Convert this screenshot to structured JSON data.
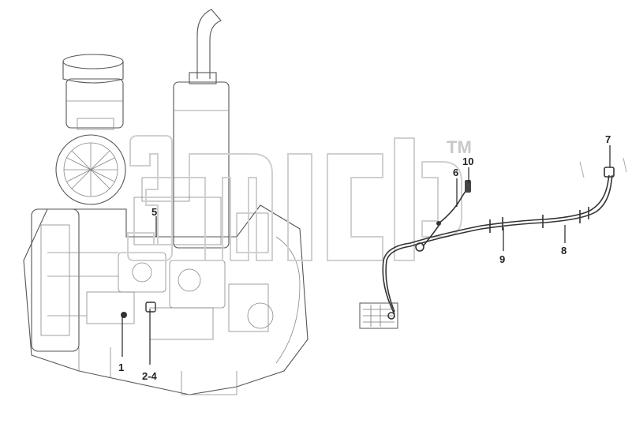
{
  "diagram": {
    "callouts": [
      "1",
      "2-4",
      "5",
      "6",
      "7",
      "8",
      "9",
      "10"
    ],
    "watermark_tm": "TM",
    "colors": {
      "line": "#555555",
      "wire": "#333333",
      "label": "#222222",
      "watermark": "#d0d0d0"
    }
  }
}
